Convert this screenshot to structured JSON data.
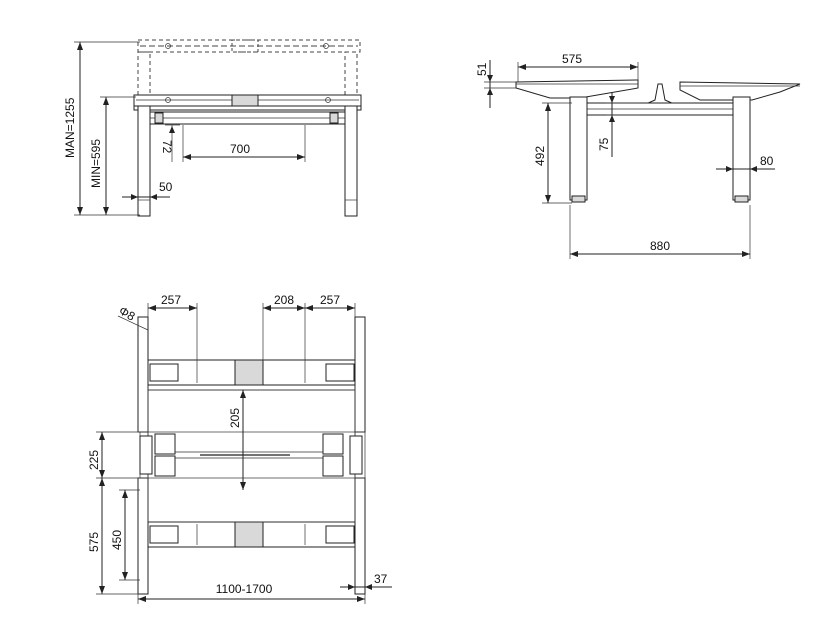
{
  "front_view": {
    "max_height": "MAN=1255",
    "min_height": "MIN=595",
    "dim_72": "72",
    "dim_700": "700",
    "dim_50": "50"
  },
  "side_view": {
    "dim_51": "51",
    "dim_575": "575",
    "dim_492": "492",
    "dim_75": "75",
    "dim_80": "80",
    "dim_880": "880"
  },
  "top_view": {
    "hole_dia": "Φ8",
    "dim_257_left": "257",
    "dim_208": "208",
    "dim_257_right": "257",
    "dim_205": "205",
    "dim_225": "225",
    "dim_575": "575",
    "dim_450": "450",
    "dim_width_range": "1100-1700",
    "dim_37": "37"
  }
}
